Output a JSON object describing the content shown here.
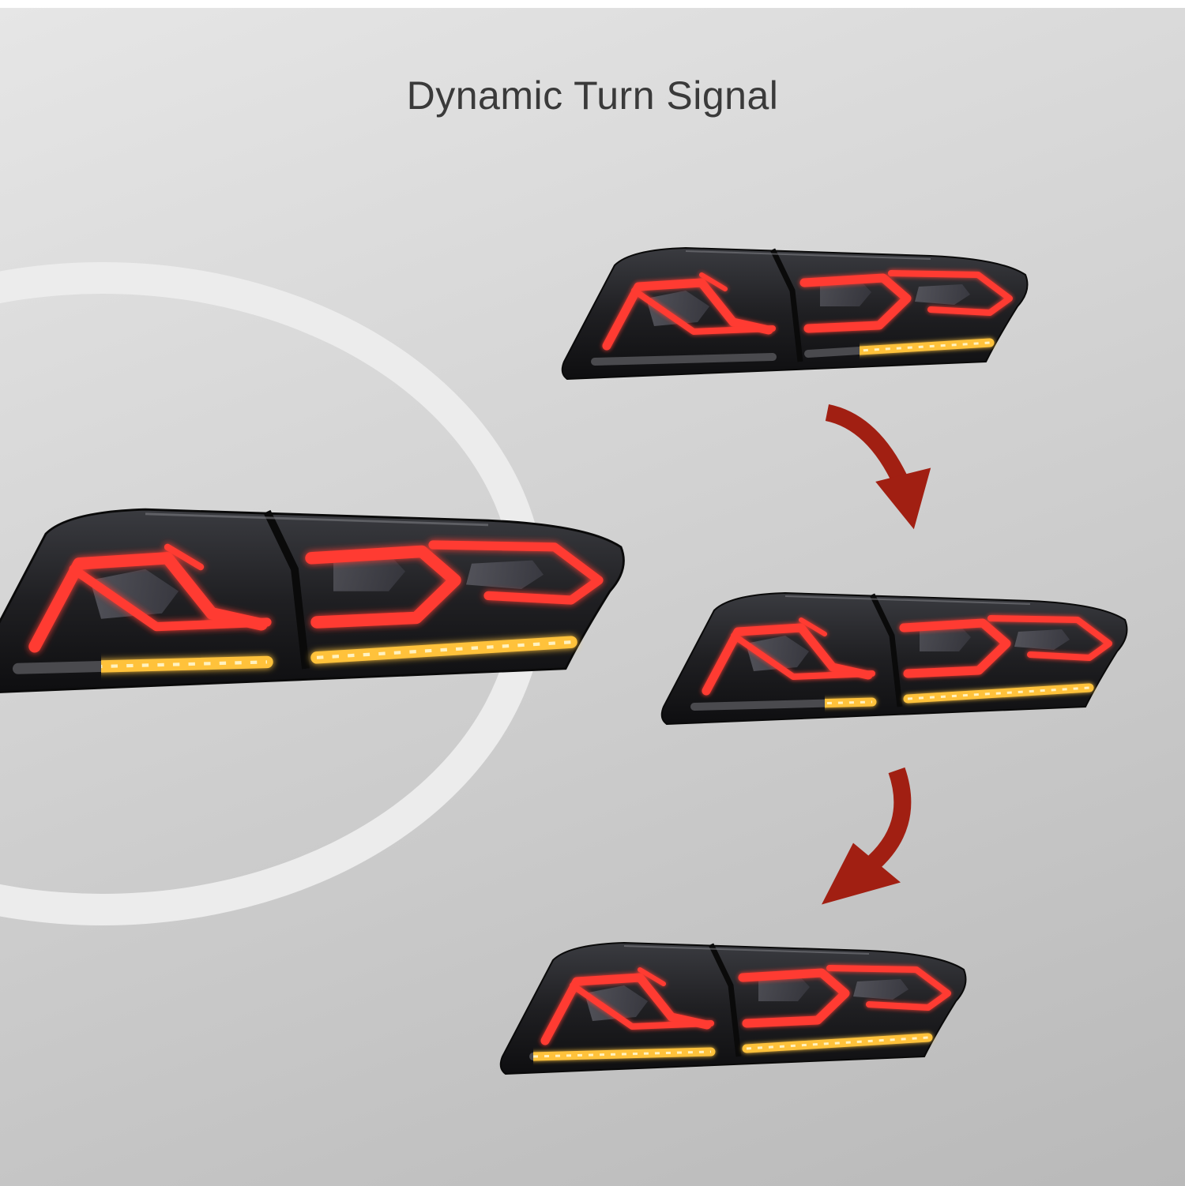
{
  "title": "Dynamic Turn Signal",
  "colors": {
    "title_text": "#3a3a3a",
    "arrow": "#a11f12",
    "lamp_red": "#ff3b30",
    "lamp_amber": "#ffc23a",
    "lamp_housing": "#1f1f22",
    "ring": "#ececec"
  },
  "images": {
    "zoom": "tail-light-close-up",
    "step_1": "tail-light-signal-right-segment",
    "step_2": "tail-light-signal-two-segments",
    "step_3": "tail-light-signal-full-sweep"
  },
  "sequence": [
    {
      "step": 1,
      "amber_fraction": 0.33
    },
    {
      "step": 2,
      "amber_fraction": 0.67
    },
    {
      "step": 3,
      "amber_fraction": 1.0
    }
  ]
}
